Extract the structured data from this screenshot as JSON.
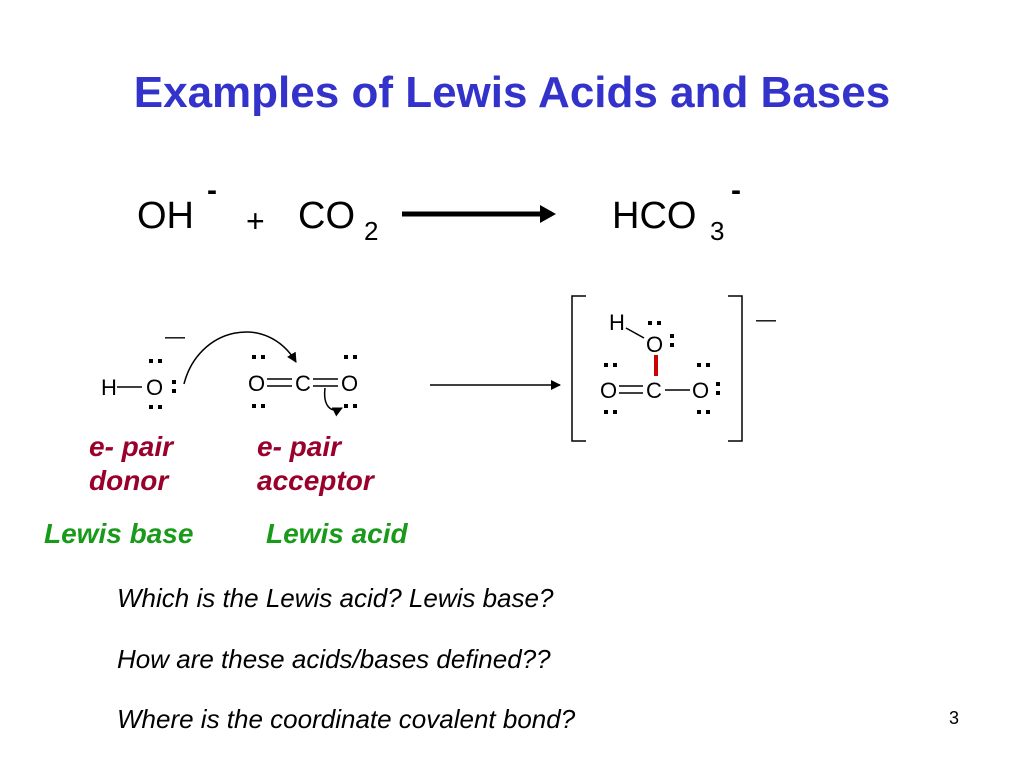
{
  "slide": {
    "title": "Examples of Lewis Acids and Bases",
    "page_number": "3"
  },
  "equation": {
    "reactant1": "OH",
    "reactant1_charge": "-",
    "plus": "+",
    "reactant2": "CO",
    "reactant2_subscript": "2",
    "product": "HCO",
    "product_subscript": "3",
    "product_charge": "-"
  },
  "structures": {
    "hydroxide": {
      "h": "H",
      "o": "O",
      "charge": "—"
    },
    "carbon_dioxide": {
      "o_left": "O",
      "c": "C",
      "o_right": "O"
    },
    "bicarbonate": {
      "h": "H",
      "o_top": "O",
      "o_left": "O",
      "c": "C",
      "o_right": "O",
      "charge": "—"
    }
  },
  "labels": {
    "donor_line1": "e- pair",
    "donor_line2": "donor",
    "acceptor_line1": "e- pair",
    "acceptor_line2": "acceptor",
    "lewis_base": "Lewis base",
    "lewis_acid": "Lewis acid"
  },
  "questions": [
    "Which is the Lewis acid? Lewis base?",
    "How are these acids/bases defined??",
    "Where is the coordinate covalent bond?"
  ],
  "colors": {
    "title": "#3333cc",
    "label_donor_acceptor": "#99002b",
    "label_lewis": "#1a9a1a",
    "coordinate_bond": "#cc0000"
  }
}
